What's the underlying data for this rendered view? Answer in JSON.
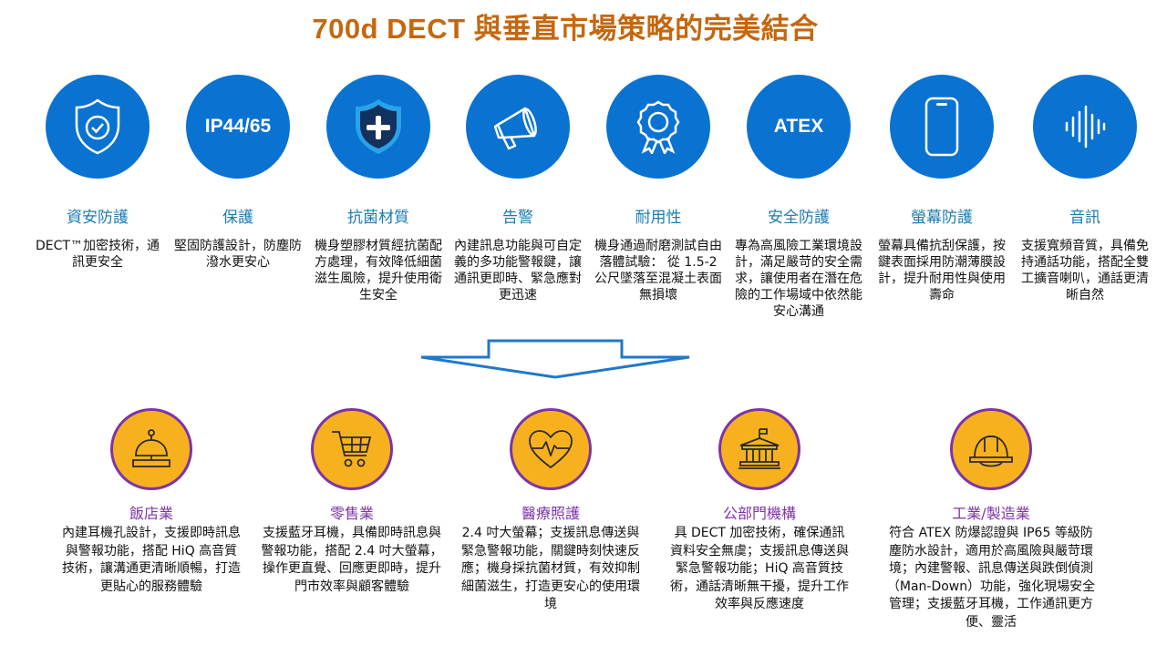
{
  "title": "700d DECT 與垂直市場策略的完美結合",
  "colors": {
    "title": "#c4670f",
    "feature_circle": "#0a72d1",
    "feature_label": "#1c7cb0",
    "industry_circle": "#f7b11e",
    "industry_border": "#7d34a8"
  },
  "features": [
    {
      "icon": "shield-check-icon",
      "label": "資安防護",
      "desc": "DECT™加密技術，通訊更安全"
    },
    {
      "icon": "ip-rating-badge",
      "icon_text": "IP44/65",
      "label": "保護",
      "desc": "堅固防護設計，防塵防潑水更安心"
    },
    {
      "icon": "shield-plus-icon",
      "label": "抗菌材質",
      "desc": "機身塑膠材質經抗菌配方處理，有效降低細菌滋生風險，提升使用衛生安全"
    },
    {
      "icon": "megaphone-icon",
      "label": "告警",
      "desc": "內建訊息功能與可自定義的多功能警報鍵，讓通訊更即時、緊急應對更迅速"
    },
    {
      "icon": "award-ribbon-icon",
      "label": "耐用性",
      "desc": "機身通過耐磨測試自由落體試驗： 從 1.5-2 公尺墜落至混凝土表面無損壞"
    },
    {
      "icon": "atex-badge",
      "icon_text": "ATEX",
      "label": "安全防護",
      "desc": "專為高風險工業環境設計，滿足嚴苛的安全需求，讓使用者在潛在危險的工作場域中依然能安心溝通"
    },
    {
      "icon": "smartphone-icon",
      "label": "螢幕防護",
      "desc": "螢幕具備抗刮保護，按鍵表面採用防潮薄膜設計，提升耐用性與使用壽命"
    },
    {
      "icon": "audio-wave-icon",
      "label": "音訊",
      "desc": "支援寬頻音質，具備免持通話功能，搭配全雙工擴音喇叭，通話更清晰自然"
    }
  ],
  "industries": [
    {
      "icon": "service-bell-icon",
      "label": "飯店業",
      "desc": "內建耳機孔設計，支援即時訊息與警報功能，搭配 HiQ 高音質技術，讓溝通更清晰順暢，打造更貼心的服務體驗"
    },
    {
      "icon": "shopping-cart-icon",
      "label": "零售業",
      "desc": "支援藍牙耳機，具備即時訊息與警報功能，搭配 2.4 吋大螢幕，操作更直覺、回應更即時，提升門市效率與顧客體驗"
    },
    {
      "icon": "heart-pulse-icon",
      "label": "醫療照護",
      "desc": "2.4 吋大螢幕；支援訊息傳送與緊急警報功能，關鍵時刻快速反應；機身採抗菌材質，有效抑制細菌滋生，打造更安心的使用環境"
    },
    {
      "icon": "government-building-icon",
      "label": "公部門機構",
      "desc": "具 DECT 加密技術，確保通訊資料安全無虞；支援訊息傳送與緊急警報功能；HiQ 高音質技術，通話清晰無干擾，提升工作效率與反應速度"
    },
    {
      "icon": "hard-hat-icon",
      "label": "工業/製造業",
      "desc": "符合 ATEX 防爆認證與 IP65 等級防塵防水設計，適用於高風險與嚴苛環境；內建警報、訊息傳送與跌倒偵測（Man-Down）功能，強化現場安全管理；支援藍牙耳機，工作通訊更方便、靈活"
    }
  ]
}
